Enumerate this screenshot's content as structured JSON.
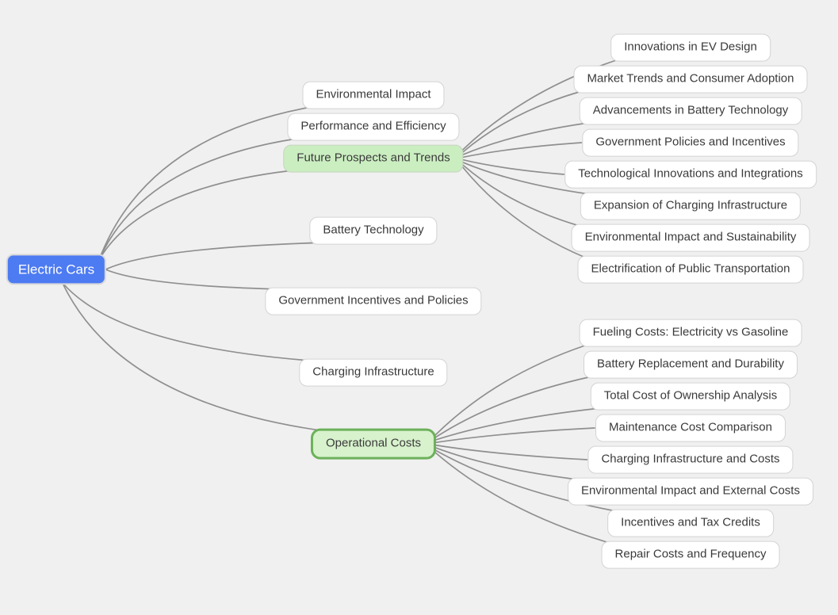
{
  "canvas": {
    "background": "#f0f0f0"
  },
  "colors": {
    "edge": "#8f8f8f",
    "root_fill": "#4d7bf2",
    "root_text": "#ffffff",
    "node_fill": "#ffffff",
    "node_border": "#d3d3d3",
    "node_text": "#3a3a3a",
    "green_fill": "#cbeec1",
    "green_border": "#c6d3c0",
    "selected_fill": "#d7f2cc",
    "selected_border": "#6cb15a"
  },
  "nodes": [
    {
      "id": "electric-cars",
      "label": "Electric Cars",
      "variant": "root"
    },
    {
      "id": "environmental-impact",
      "label": "Environmental Impact",
      "variant": "plain"
    },
    {
      "id": "performance-and-efficiency",
      "label": "Performance and Efficiency",
      "variant": "plain"
    },
    {
      "id": "future-prospects-and-trends",
      "label": "Future Prospects and Trends",
      "variant": "green"
    },
    {
      "id": "battery-technology",
      "label": "Battery Technology",
      "variant": "plain"
    },
    {
      "id": "government-incentives-policies",
      "label": "Government Incentives and Policies",
      "variant": "plain"
    },
    {
      "id": "charging-infrastructure",
      "label": "Charging Infrastructure",
      "variant": "plain"
    },
    {
      "id": "operational-costs",
      "label": "Operational Costs",
      "variant": "green-selected"
    },
    {
      "id": "innovations-in-ev-design",
      "label": "Innovations in EV Design",
      "variant": "plain"
    },
    {
      "id": "market-trends-consumer-adoption",
      "label": "Market Trends and Consumer Adoption",
      "variant": "plain"
    },
    {
      "id": "advancements-battery-technology",
      "label": "Advancements in Battery Technology",
      "variant": "plain"
    },
    {
      "id": "government-policies-incentives",
      "label": "Government Policies and Incentives",
      "variant": "plain"
    },
    {
      "id": "technological-innovations-integrations",
      "label": "Technological Innovations and Integrations",
      "variant": "plain"
    },
    {
      "id": "expansion-charging-infrastructure",
      "label": "Expansion of Charging Infrastructure",
      "variant": "plain"
    },
    {
      "id": "environmental-impact-sustainability",
      "label": "Environmental Impact and Sustainability",
      "variant": "plain"
    },
    {
      "id": "electrification-public-transportation",
      "label": "Electrification of Public Transportation",
      "variant": "plain"
    },
    {
      "id": "fueling-costs-electricity-vs-gasoline",
      "label": "Fueling Costs: Electricity vs Gasoline",
      "variant": "plain"
    },
    {
      "id": "battery-replacement-durability",
      "label": "Battery Replacement and Durability",
      "variant": "plain"
    },
    {
      "id": "total-cost-of-ownership-analysis",
      "label": "Total Cost of Ownership Analysis",
      "variant": "plain"
    },
    {
      "id": "maintenance-cost-comparison",
      "label": "Maintenance Cost Comparison",
      "variant": "plain"
    },
    {
      "id": "charging-infrastructure-and-costs",
      "label": "Charging Infrastructure and Costs",
      "variant": "plain"
    },
    {
      "id": "environmental-impact-external-costs",
      "label": "Environmental Impact and External Costs",
      "variant": "plain"
    },
    {
      "id": "incentives-and-tax-credits",
      "label": "Incentives and Tax Credits",
      "variant": "plain"
    },
    {
      "id": "repair-costs-and-frequency",
      "label": "Repair Costs and Frequency",
      "variant": "plain"
    }
  ],
  "edges": [
    [
      "electric-cars",
      "environmental-impact"
    ],
    [
      "electric-cars",
      "performance-and-efficiency"
    ],
    [
      "electric-cars",
      "future-prospects-and-trends"
    ],
    [
      "electric-cars",
      "battery-technology"
    ],
    [
      "electric-cars",
      "government-incentives-policies"
    ],
    [
      "electric-cars",
      "charging-infrastructure"
    ],
    [
      "electric-cars",
      "operational-costs"
    ],
    [
      "future-prospects-and-trends",
      "innovations-in-ev-design"
    ],
    [
      "future-prospects-and-trends",
      "market-trends-consumer-adoption"
    ],
    [
      "future-prospects-and-trends",
      "advancements-battery-technology"
    ],
    [
      "future-prospects-and-trends",
      "government-policies-incentives"
    ],
    [
      "future-prospects-and-trends",
      "technological-innovations-integrations"
    ],
    [
      "future-prospects-and-trends",
      "expansion-charging-infrastructure"
    ],
    [
      "future-prospects-and-trends",
      "environmental-impact-sustainability"
    ],
    [
      "future-prospects-and-trends",
      "electrification-public-transportation"
    ],
    [
      "operational-costs",
      "fueling-costs-electricity-vs-gasoline"
    ],
    [
      "operational-costs",
      "battery-replacement-durability"
    ],
    [
      "operational-costs",
      "total-cost-of-ownership-analysis"
    ],
    [
      "operational-costs",
      "maintenance-cost-comparison"
    ],
    [
      "operational-costs",
      "charging-infrastructure-and-costs"
    ],
    [
      "operational-costs",
      "environmental-impact-external-costs"
    ],
    [
      "operational-costs",
      "incentives-and-tax-credits"
    ],
    [
      "operational-costs",
      "repair-costs-and-frequency"
    ]
  ]
}
